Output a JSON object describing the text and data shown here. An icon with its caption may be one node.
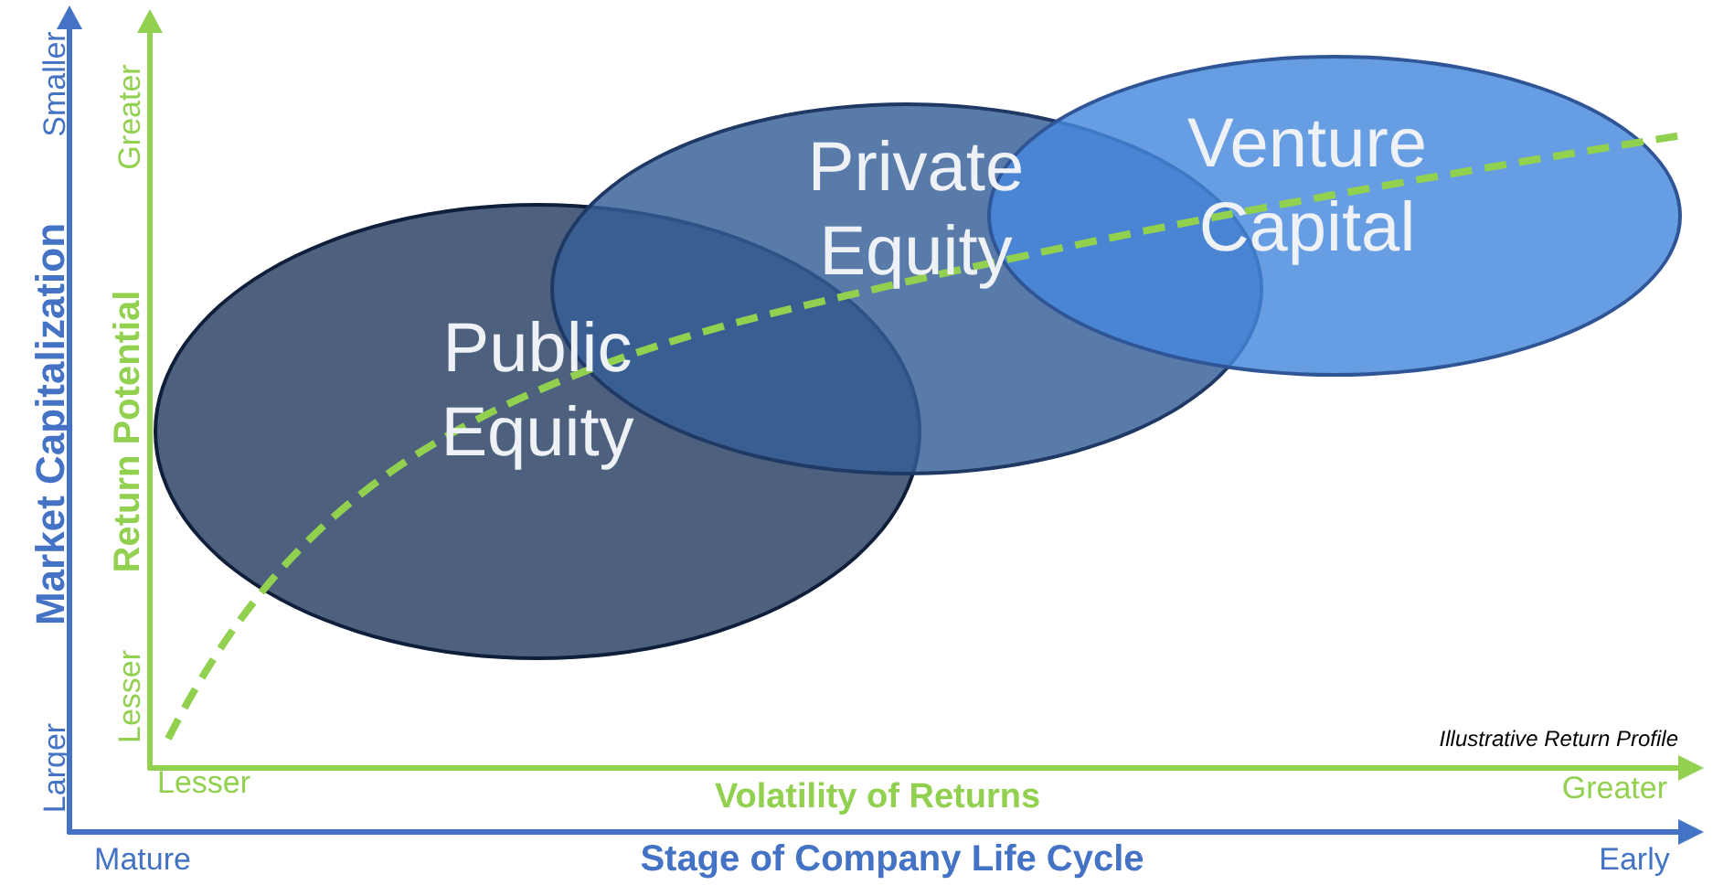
{
  "diagram": {
    "nodes": [
      {
        "text": [
          "Public Equity"
        ]
      },
      {
        "text": [
          "Private Equity"
        ]
      },
      {
        "text": [
          "Venture Capital"
        ]
      }
    ],
    "labels": [
      "Smaller",
      "Market Capitalization",
      "Larger",
      "Greater",
      "Return Potential",
      "Lesser",
      "Illustrative Return Profile",
      "Lesser",
      "Volatility of Returns",
      "Greater",
      "Mature",
      "Stage of Company Life Cycle",
      "Early"
    ]
  }
}
